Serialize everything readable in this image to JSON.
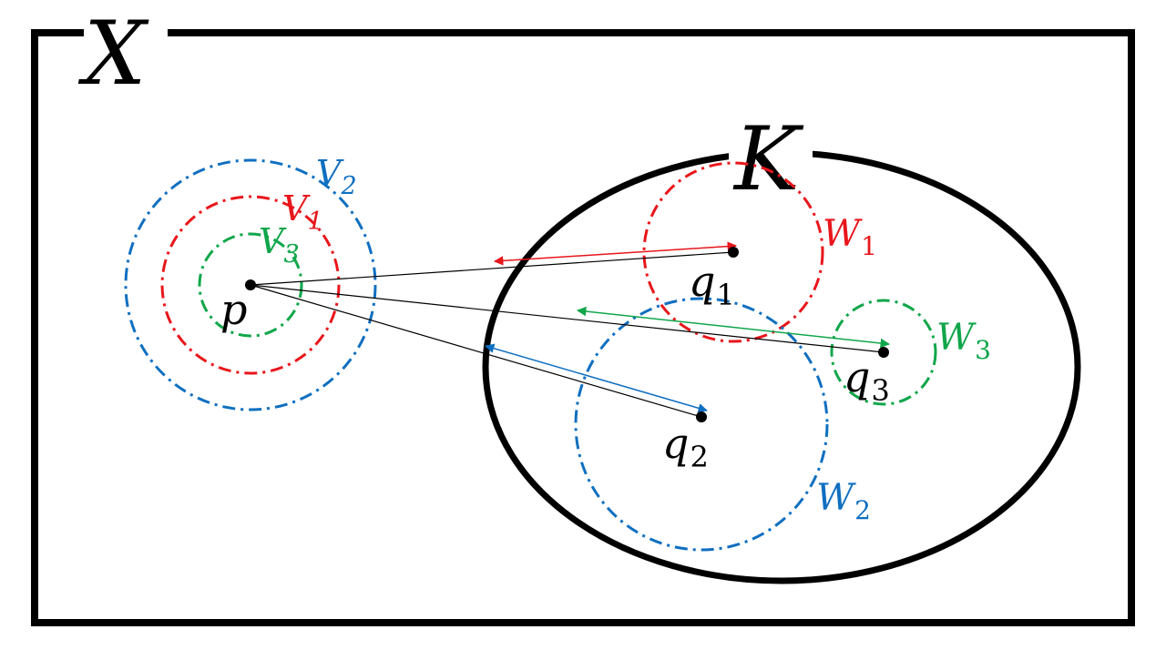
{
  "labels": {
    "space": "X",
    "compact_set": "K",
    "point_p": "p",
    "q1": {
      "base": "q",
      "sub": "1"
    },
    "q2": {
      "base": "q",
      "sub": "2"
    },
    "q3": {
      "base": "q",
      "sub": "3"
    },
    "V1": {
      "base": "V",
      "sub": "1"
    },
    "V2": {
      "base": "V",
      "sub": "2"
    },
    "V3": {
      "base": "V",
      "sub": "3"
    },
    "W1": {
      "base": "W",
      "sub": "1"
    },
    "W2": {
      "base": "W",
      "sub": "2"
    },
    "W3": {
      "base": "W",
      "sub": "3"
    }
  },
  "colors": {
    "red": "#e8161b",
    "blue": "#0f6fc0",
    "green": "#10a64a",
    "black": "#000000"
  }
}
